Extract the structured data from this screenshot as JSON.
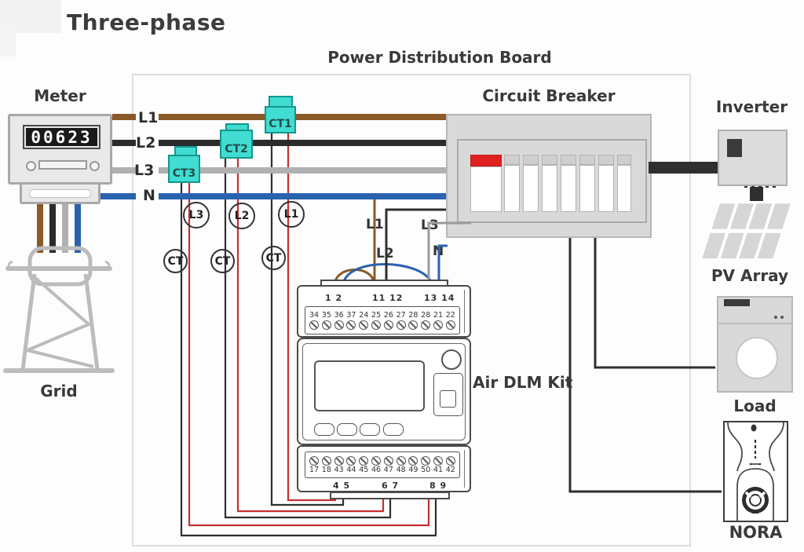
{
  "title": "Three-phase",
  "pdb": {
    "label": "Power Distribution Board"
  },
  "meter": {
    "label": "Meter",
    "reading": "00623"
  },
  "grid": {
    "label": "Grid"
  },
  "breaker": {
    "label": "Circuit Breaker"
  },
  "inverter": {
    "label": "Inverter"
  },
  "pv": {
    "label": "PV Array"
  },
  "load": {
    "label": "Load"
  },
  "nora": {
    "label": "NORA"
  },
  "lines": {
    "l1": "L1",
    "l2": "L2",
    "l3": "L3",
    "n": "N"
  },
  "cts": {
    "ct1": "CT1",
    "ct2": "CT2",
    "ct3": "CT3"
  },
  "tag_circles": {
    "l1": "L1",
    "l2": "L2",
    "l3": "L3",
    "ct": "CT"
  },
  "wire_tags": {
    "l1": "L1",
    "l2": "L2",
    "l3": "L3",
    "n": "N"
  },
  "dlm": {
    "label": "Air DLM Kit",
    "top_groups": [
      "1 2",
      "11 12",
      "13 14"
    ],
    "top_terminals": [
      "34",
      "35",
      "36",
      "37",
      "24",
      "25",
      "26",
      "27",
      "28",
      "28",
      "21",
      "22"
    ],
    "bottom_terminals": [
      "17",
      "18",
      "43",
      "44",
      "45",
      "46",
      "47",
      "48",
      "49",
      "50",
      "41",
      "42"
    ],
    "bottom_groups": [
      "4 5",
      "6 7",
      "8 9"
    ]
  },
  "colors": {
    "l1_brown": "#8a5a28",
    "l2_black": "#2b2b2b",
    "l3_gray": "#b0b0b0",
    "n_blue": "#2a62ae",
    "ct_cyan": "#41dcd2",
    "breaker_red": "#e01f1f",
    "ct_wire_red": "#c53030"
  }
}
